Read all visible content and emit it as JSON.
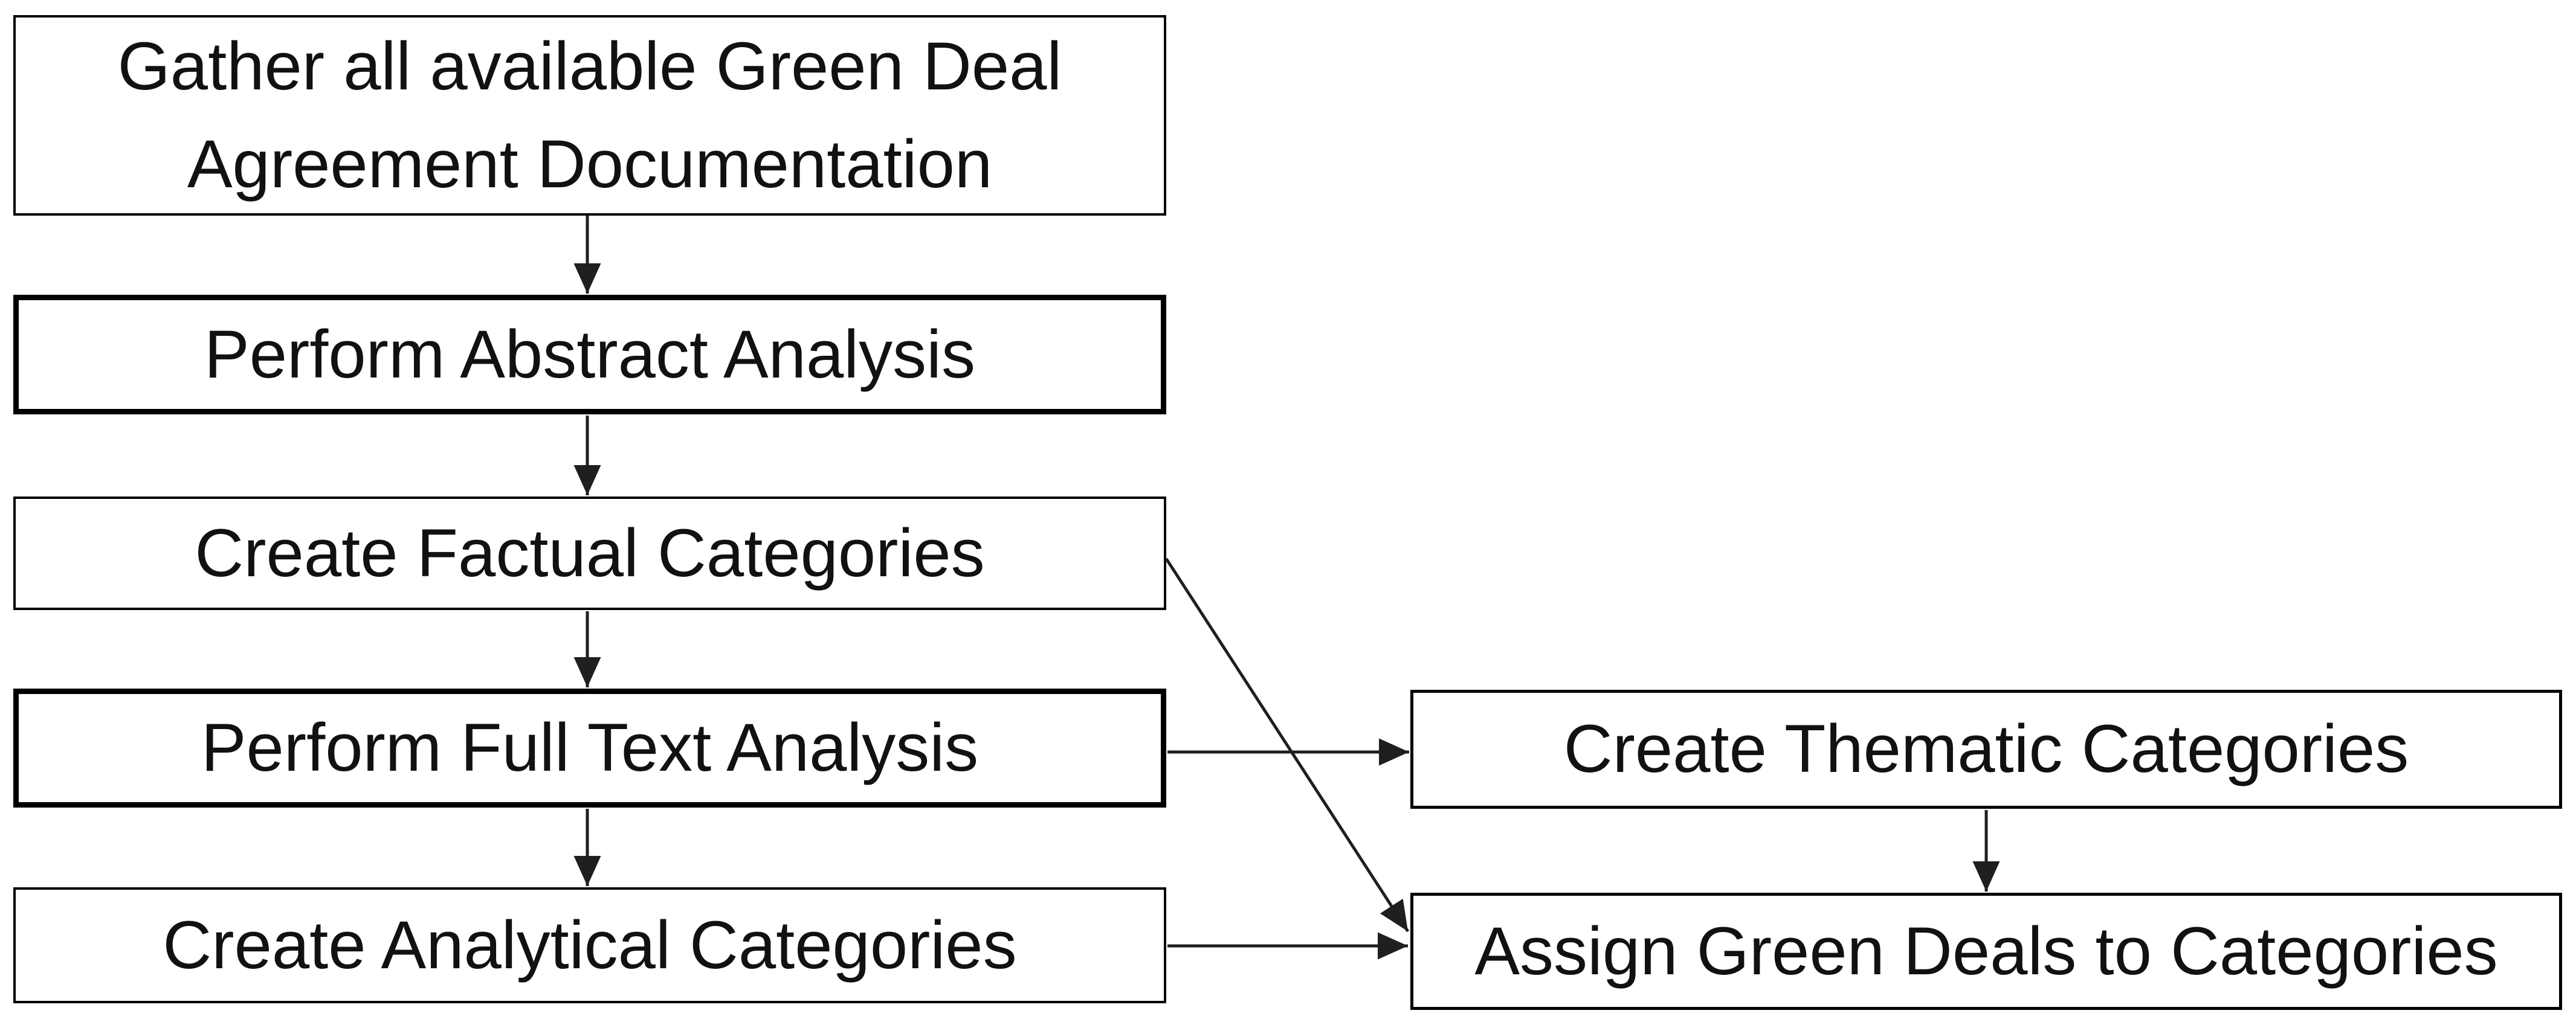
{
  "diagram": {
    "type": "flowchart",
    "background_color": "#ffffff",
    "box_fill_color": "#ffffff",
    "box_border_color": "#000000",
    "connector_color": "#1f1f1f",
    "text_color": "#111111",
    "nodes": [
      {
        "label": "Gather all available Green Deal Agreement Documentation",
        "border": "thin"
      },
      {
        "label": "Perform Abstract Analysis",
        "border": "bold"
      },
      {
        "label": "Create Factual Categories",
        "border": "thin"
      },
      {
        "label": "Perform Full Text Analysis",
        "border": "bold"
      },
      {
        "label": "Create Analytical Categories",
        "border": "thin"
      },
      {
        "label": "Create Thematic Categories",
        "border": "thin"
      },
      {
        "label": "Assign Green Deals to Categories",
        "border": "thin"
      }
    ],
    "edges": [
      {
        "from": "Gather all available Green Deal Agreement Documentation",
        "to": "Perform Abstract Analysis",
        "style": "straight-down"
      },
      {
        "from": "Perform Abstract Analysis",
        "to": "Create Factual Categories",
        "style": "straight-down"
      },
      {
        "from": "Create Factual Categories",
        "to": "Perform Full Text Analysis",
        "style": "straight-down"
      },
      {
        "from": "Perform Full Text Analysis",
        "to": "Create Analytical Categories",
        "style": "straight-down"
      },
      {
        "from": "Perform Full Text Analysis",
        "to": "Create Thematic Categories",
        "style": "straight-right"
      },
      {
        "from": "Create Factual Categories",
        "to": "Assign Green Deals to Categories",
        "style": "diagonal"
      },
      {
        "from": "Create Analytical Categories",
        "to": "Assign Green Deals to Categories",
        "style": "straight-right"
      },
      {
        "from": "Create Thematic Categories",
        "to": "Assign Green Deals to Categories",
        "style": "straight-down"
      }
    ]
  }
}
